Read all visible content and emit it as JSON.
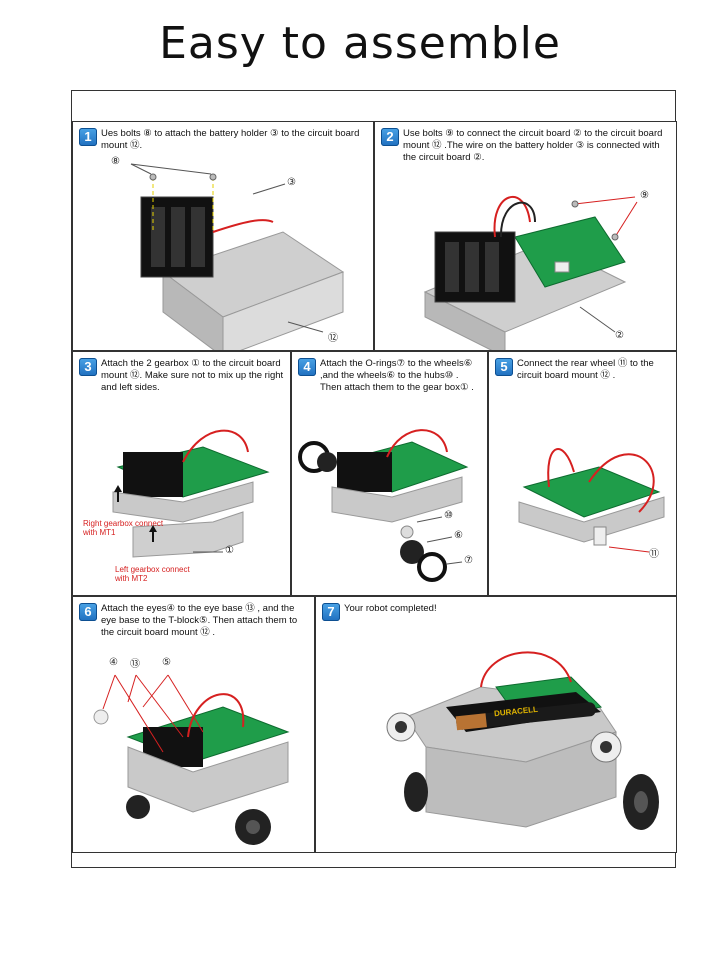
{
  "title": "Easy to assemble",
  "steps": [
    {
      "num": "1",
      "text": "Ues bolts ⑧ to attach the battery holder ③ to the circuit board mount ⑫.",
      "labels": [
        "⑧",
        "③",
        "⑫"
      ]
    },
    {
      "num": "2",
      "text": "Use bolts ⑨ to connect the circuit board ② to the circuit board mount ⑫ .The wire on the battery holder ③ is connected with the circuit board ②.",
      "labels": [
        "⑨",
        "②"
      ]
    },
    {
      "num": "3",
      "text": "Attach the 2 gearbox ① to the circuit board mount ⑫. Make sure not to mix up the right and left sides.",
      "labels": [
        "①"
      ],
      "notes": [
        "Right gearbox connect with MT1",
        "Left gearbox connect with MT2"
      ]
    },
    {
      "num": "4",
      "text": "Attach the O-rings⑦ to the wheels⑥ ,and the wheels⑥ to the hubs⑩ . Then attach them to the gear box① .",
      "labels": [
        "⑩",
        "⑥",
        "⑦"
      ]
    },
    {
      "num": "5",
      "text": "Connect the rear wheel ⑪ to the circuit board mount ⑫ .",
      "labels": [
        "⑪"
      ]
    },
    {
      "num": "6",
      "text": "Attach the eyes④ to the eye base ⑬ , and the eye base to the T-block⑤. Then attach them to the circuit board mount ⑫ .",
      "labels": [
        "④",
        "⑬",
        "⑤"
      ]
    },
    {
      "num": "7",
      "text": "Your robot completed!",
      "battery": "DURACELL"
    }
  ],
  "colors": {
    "accent": "#1f6fbf",
    "pcb": "#1f9d4a",
    "grey": "#c9c9c9",
    "red_wire": "#d62020"
  }
}
